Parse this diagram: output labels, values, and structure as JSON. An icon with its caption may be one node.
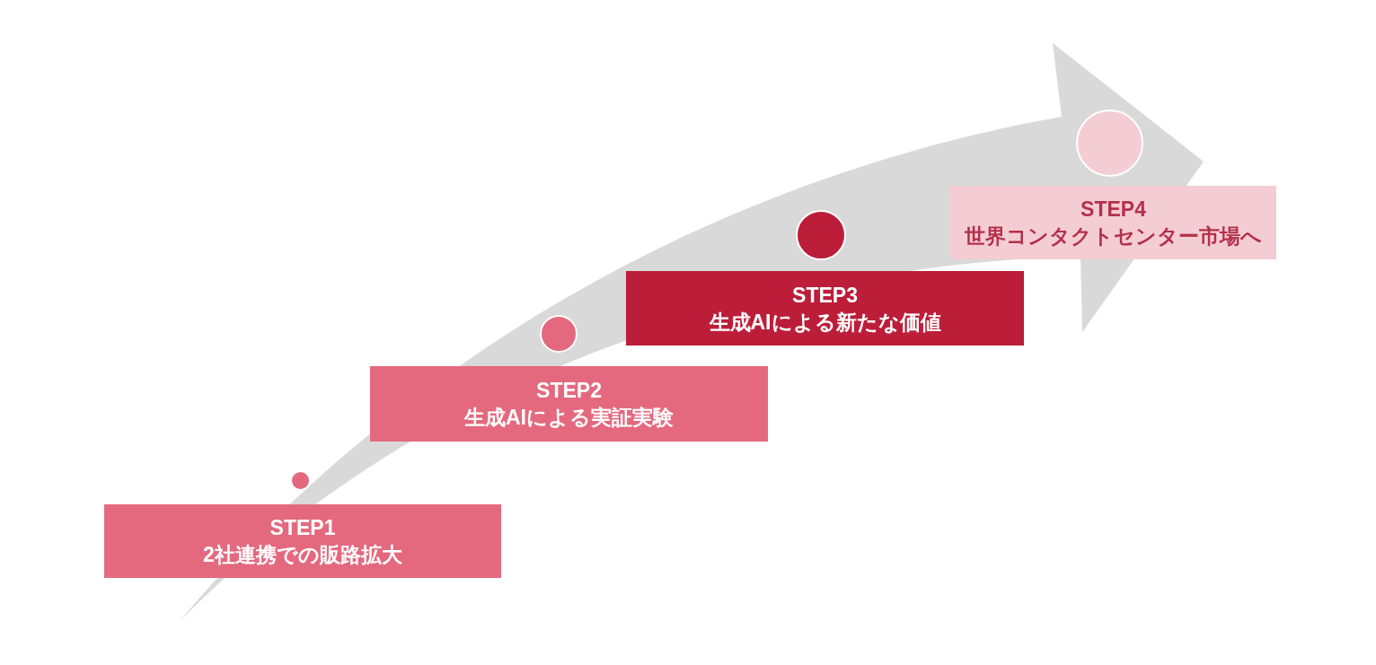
{
  "diagram": {
    "nodes": [
      {
        "text": [],
        "shape": "circle"
      },
      {
        "text": [
          "STEP1",
          "2社連携での販路拡大"
        ]
      },
      {
        "text": [],
        "shape": "circle"
      },
      {
        "text": [
          "STEP2",
          "生成AIによる実証実験"
        ]
      },
      {
        "text": [],
        "shape": "circle"
      },
      {
        "text": [
          "STEP3",
          "生成AIによる新たな価値"
        ]
      },
      {
        "text": [],
        "shape": "circle"
      },
      {
        "text": [
          "STEP4",
          "世界コンタクトセンター市場へ"
        ]
      }
    ]
  }
}
